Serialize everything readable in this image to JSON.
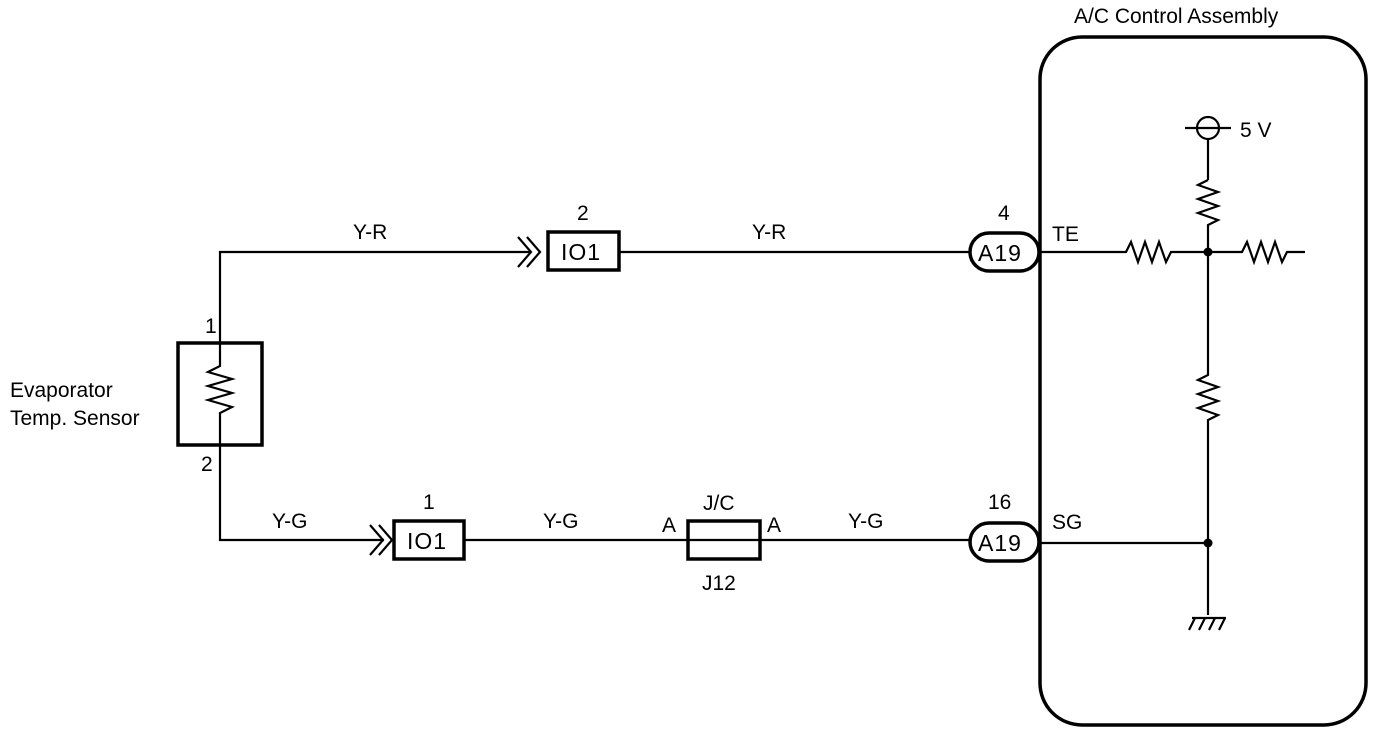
{
  "assembly": {
    "title": "A/C Control Assembly"
  },
  "sensor": {
    "name_line1": "Evaporator",
    "name_line2": "Temp. Sensor",
    "pin1": "1",
    "pin2": "2"
  },
  "supply": {
    "label": "5 V"
  },
  "top_wire": {
    "color_left": "Y-R",
    "color_right": "Y-R",
    "connector_pin": "2",
    "connector_id": "IO1",
    "ecu_pin": "4",
    "ecu_connector": "A19",
    "terminal": "TE"
  },
  "bottom_wire": {
    "color_left": "Y-G",
    "color_mid": "Y-G",
    "color_right": "Y-G",
    "connector_pin": "1",
    "connector_id": "IO1",
    "jc_title": "J/C",
    "jc_left": "A",
    "jc_right": "A",
    "jc_id": "J12",
    "ecu_pin": "16",
    "ecu_connector": "A19",
    "terminal": "SG"
  }
}
